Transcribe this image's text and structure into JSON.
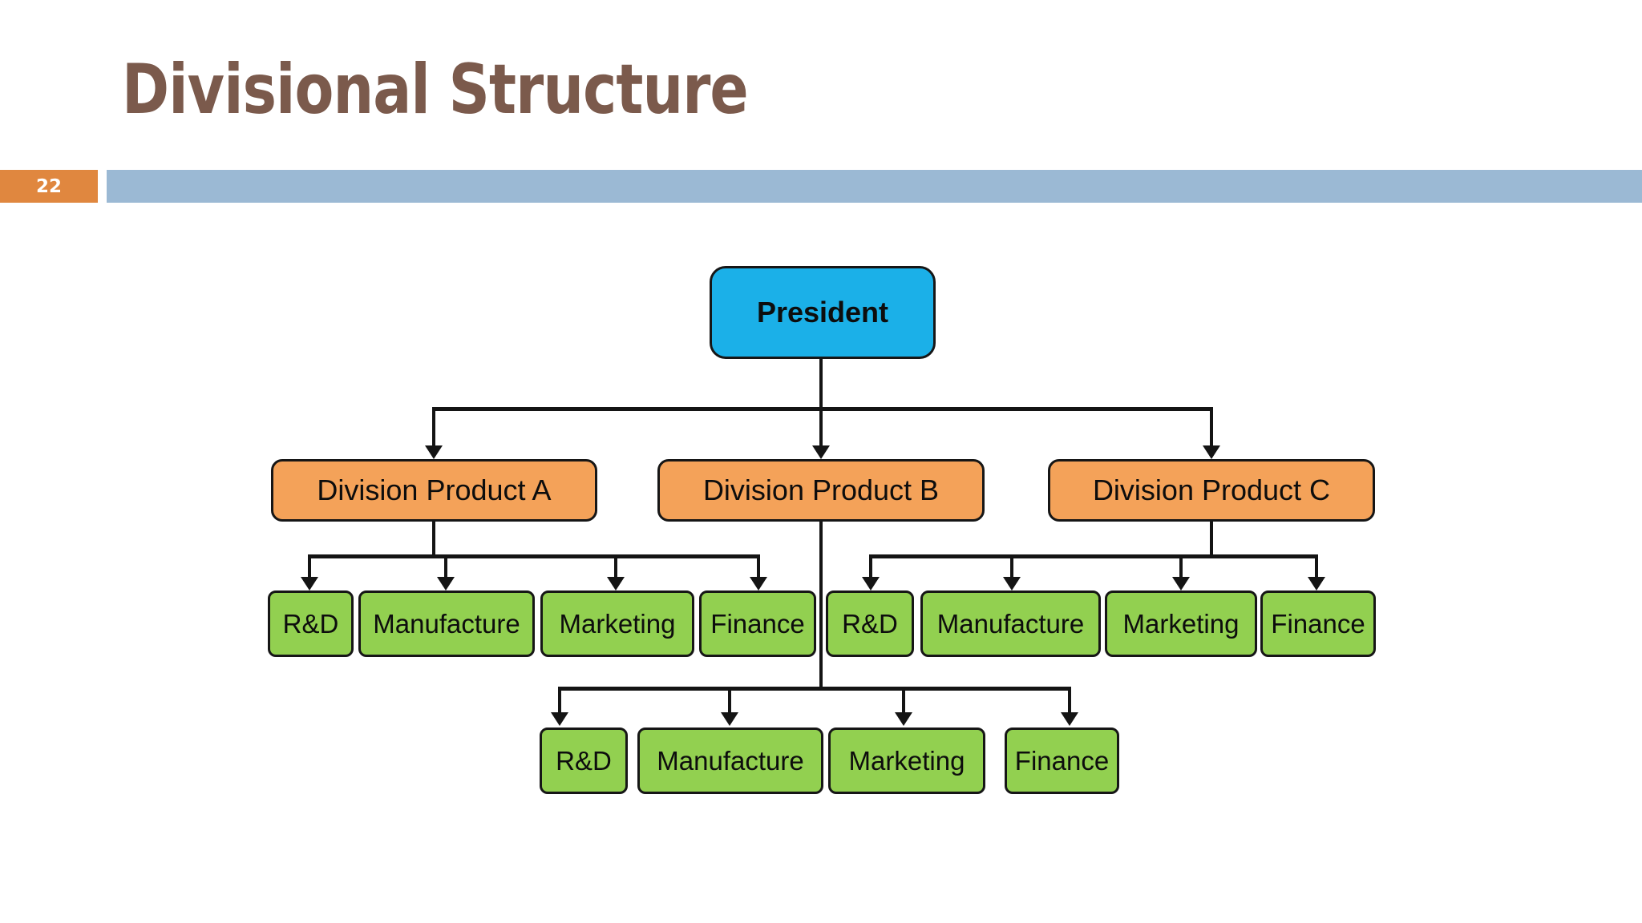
{
  "slide": {
    "title": "Divisional Structure",
    "number": "22",
    "accent_orange": "#e0873f",
    "accent_blue_bar": "#9bb9d4",
    "title_color": "#7b5a4c",
    "background": "#ffffff"
  },
  "chart_data": {
    "type": "diagram",
    "diagram_kind": "organizational-chart",
    "title": "Divisional Structure",
    "colors": {
      "root": "#1bb0e8",
      "division": "#f4a259",
      "function": "#92d050",
      "edge": "#141414"
    },
    "root": {
      "label": "President"
    },
    "divisions": [
      {
        "label": "Division Product A",
        "functions": [
          {
            "label": "R&D"
          },
          {
            "label": "Manufacture"
          },
          {
            "label": "Marketing"
          },
          {
            "label": "Finance"
          }
        ]
      },
      {
        "label": "Division Product B",
        "functions": [
          {
            "label": "R&D"
          },
          {
            "label": "Manufacture"
          },
          {
            "label": "Marketing"
          },
          {
            "label": "Finance"
          }
        ]
      },
      {
        "label": "Division Product C",
        "functions": [
          {
            "label": "R&D"
          },
          {
            "label": "Manufacture"
          },
          {
            "label": "Marketing"
          },
          {
            "label": "Finance"
          }
        ]
      }
    ],
    "edges": [
      {
        "from": "President",
        "to": "Division Product A"
      },
      {
        "from": "President",
        "to": "Division Product B"
      },
      {
        "from": "President",
        "to": "Division Product C"
      },
      {
        "from": "Division Product A",
        "to": "R&D"
      },
      {
        "from": "Division Product A",
        "to": "Manufacture"
      },
      {
        "from": "Division Product A",
        "to": "Marketing"
      },
      {
        "from": "Division Product A",
        "to": "Finance"
      },
      {
        "from": "Division Product B",
        "to": "R&D"
      },
      {
        "from": "Division Product B",
        "to": "Manufacture"
      },
      {
        "from": "Division Product B",
        "to": "Marketing"
      },
      {
        "from": "Division Product B",
        "to": "Finance"
      },
      {
        "from": "Division Product C",
        "to": "R&D"
      },
      {
        "from": "Division Product C",
        "to": "Manufacture"
      },
      {
        "from": "Division Product C",
        "to": "Marketing"
      },
      {
        "from": "Division Product C",
        "to": "Finance"
      }
    ]
  }
}
